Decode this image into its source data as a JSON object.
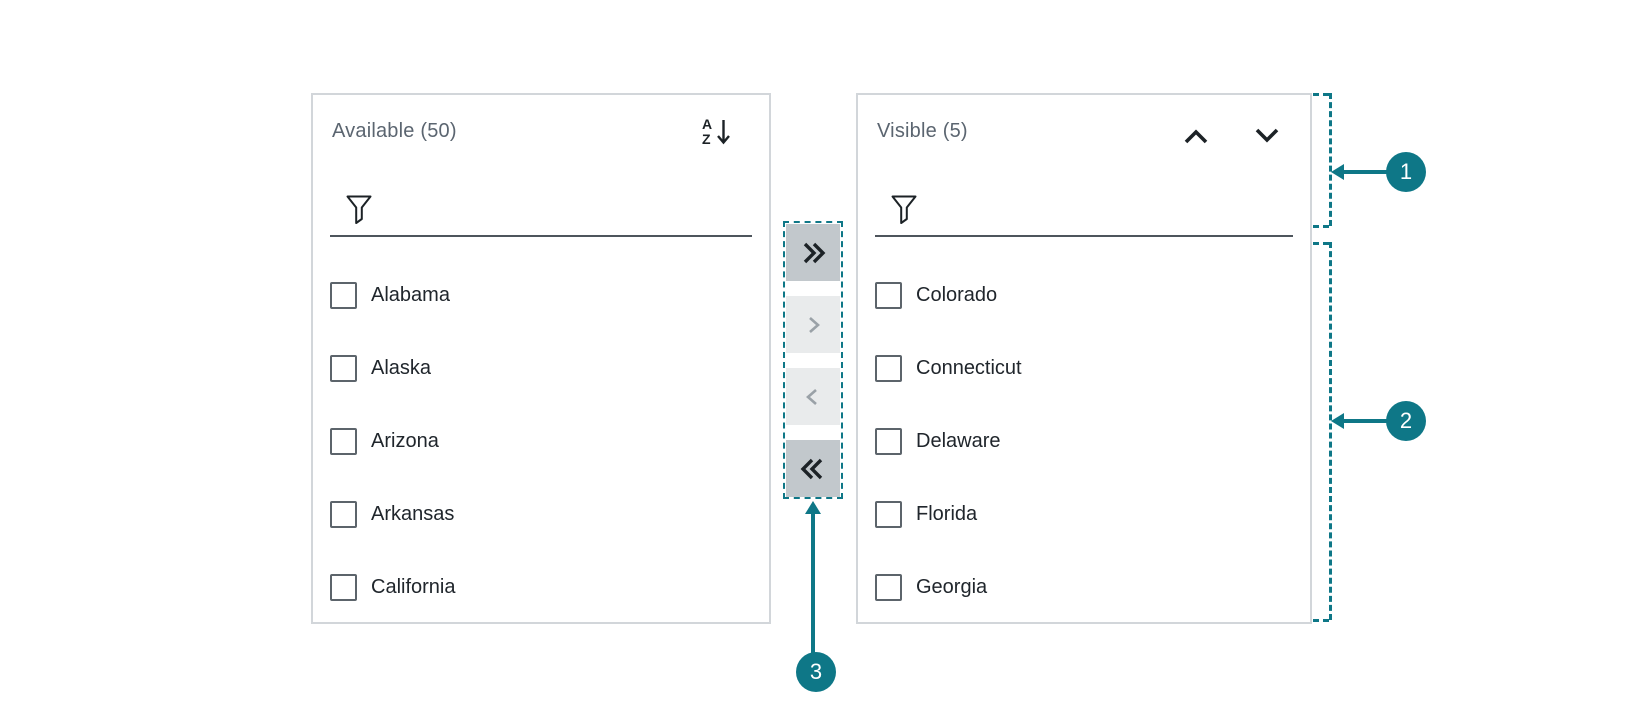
{
  "colors": {
    "accent_teal": "#0e7787",
    "panel_border": "#d2d6da",
    "header_text": "#5b6570",
    "item_text": "#20262c",
    "checkbox_border": "#5c646b",
    "filter_underline": "#4e555c",
    "icon_dark": "#1c2226",
    "icon_disabled": "#9aa1a7",
    "button_enabled_bg": "#c2c8cc",
    "button_disabled_bg": "#e9ebec"
  },
  "available_panel": {
    "title": "Available (50)",
    "sort_icon": "sort-alphabetical-az-icon",
    "filter": {
      "icon": "filter-funnel-icon",
      "value": ""
    },
    "items": [
      {
        "label": "Alabama",
        "checked": false
      },
      {
        "label": "Alaska",
        "checked": false
      },
      {
        "label": "Arizona",
        "checked": false
      },
      {
        "label": "Arkansas",
        "checked": false
      },
      {
        "label": "California",
        "checked": false
      }
    ]
  },
  "visible_panel": {
    "title": "Visible (5)",
    "move_up_icon": "chevron-up-icon",
    "move_down_icon": "chevron-down-icon",
    "filter": {
      "icon": "filter-funnel-icon",
      "value": ""
    },
    "items": [
      {
        "label": "Colorado",
        "checked": false
      },
      {
        "label": "Connecticut",
        "checked": false
      },
      {
        "label": "Delaware",
        "checked": false
      },
      {
        "label": "Florida",
        "checked": false
      },
      {
        "label": "Georgia",
        "checked": false
      }
    ]
  },
  "transfer_buttons": [
    {
      "name": "move-all-right",
      "icon": "double-chevron-right-icon",
      "enabled": true
    },
    {
      "name": "move-selected-right",
      "icon": "chevron-right-icon",
      "enabled": false
    },
    {
      "name": "move-selected-left",
      "icon": "chevron-left-icon",
      "enabled": false
    },
    {
      "name": "move-all-left",
      "icon": "double-chevron-left-icon",
      "enabled": true
    }
  ],
  "callouts": [
    {
      "number": "1"
    },
    {
      "number": "2"
    },
    {
      "number": "3"
    }
  ]
}
